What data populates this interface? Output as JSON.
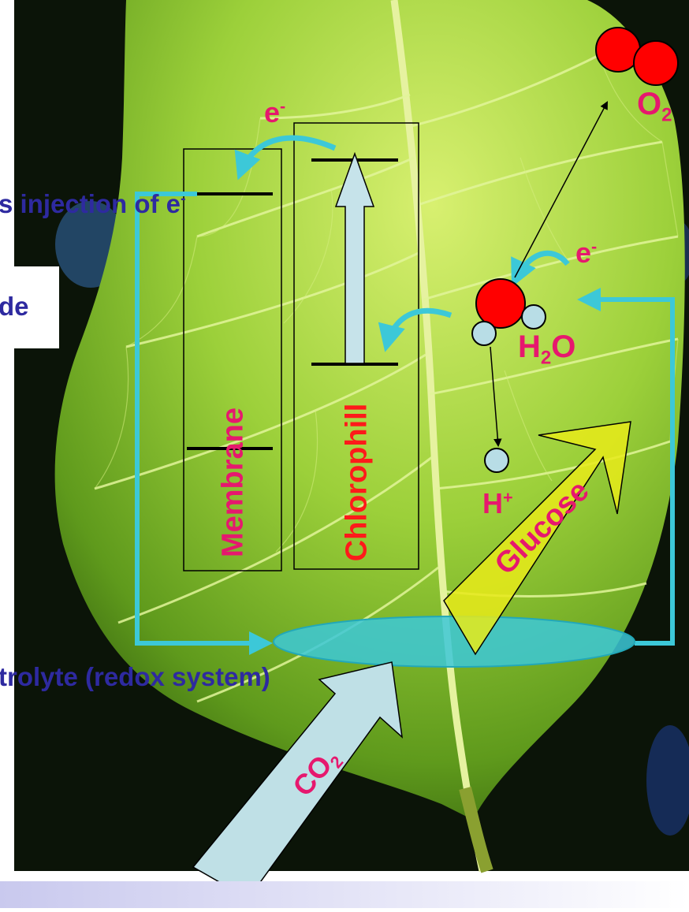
{
  "labels": {
    "injection": "s injection of e",
    "injection_sup": "-",
    "electrode_fragment": "de",
    "electrolyte": "trolyte (redox system)",
    "membrane": "Membrane",
    "chlorophyll": "Chlorophill",
    "glucose": "Glucose",
    "co2_main": "CO",
    "co2_sub": "2",
    "o2_main": "O",
    "o2_sub": "2",
    "h2o_h": "H",
    "h2o_sub": "2",
    "h2o_o": "O",
    "hplus_main": "H",
    "hplus_sup": "+",
    "electron_top_main": "e",
    "electron_top_sup": "-",
    "electron_right_main": "e",
    "electron_right_sup": "-"
  },
  "colors": {
    "navy_text": "#2e2aa0",
    "pink_text": "#e6186e",
    "red_text": "#ff1a1a",
    "cyan_circuit": "#3cc8d8",
    "oxygen_atom": "#ff0000",
    "hydrogen_atom": "#b8dde6",
    "co2_arrow": "#bfe0e6",
    "glucose_arrow": "#e8ea1a",
    "leaf_light": "#c5e85a",
    "leaf_dark": "#5a8a18",
    "background_dark": "#0b1408"
  }
}
